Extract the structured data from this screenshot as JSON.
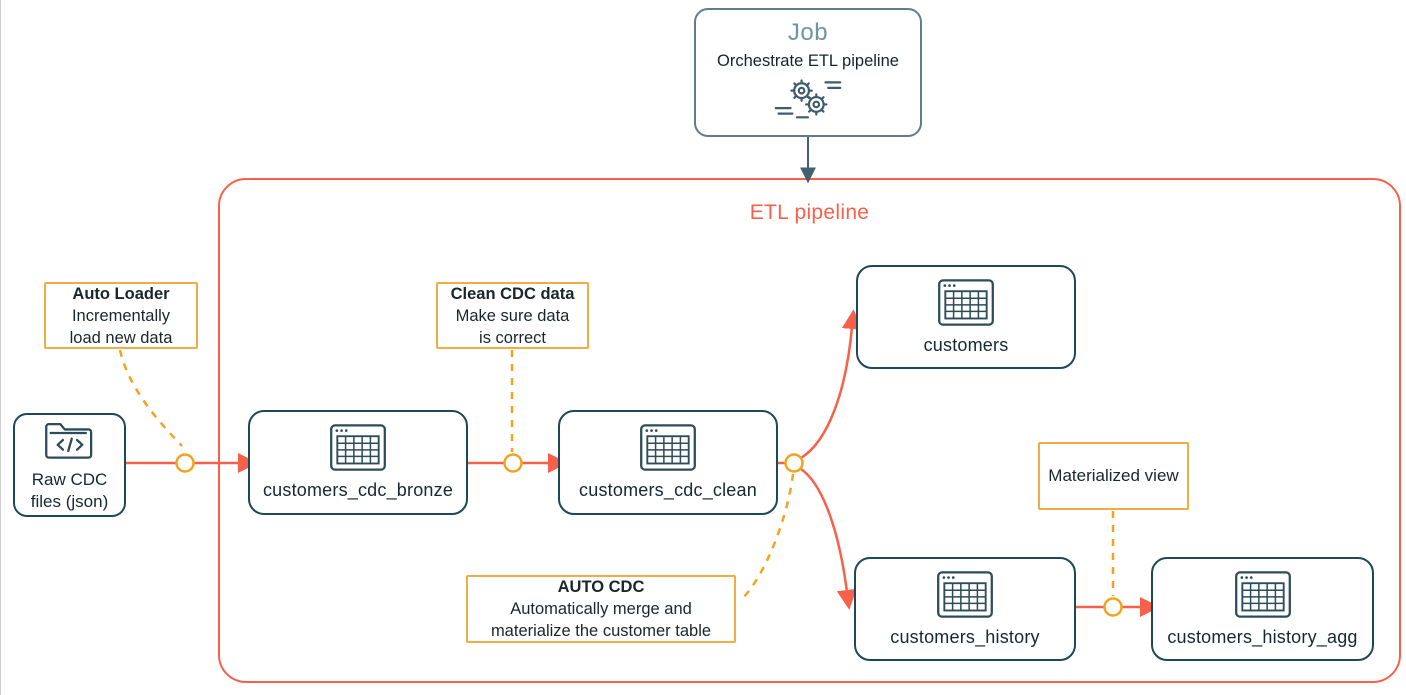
{
  "job": {
    "title": "Job",
    "subtitle": "Orchestrate ETL pipeline",
    "icon": "gears-automation-icon"
  },
  "pipeline": {
    "title": "ETL pipeline"
  },
  "source": {
    "line1": "Raw CDC",
    "line2": "files (json)",
    "icon": "code-folder-icon"
  },
  "nodes": [
    {
      "id": "customers_cdc_bronze",
      "label": "customers_cdc_bronze",
      "icon": "table-icon"
    },
    {
      "id": "customers_cdc_clean",
      "label": "customers_cdc_clean",
      "icon": "table-icon"
    },
    {
      "id": "customers",
      "label": "customers",
      "icon": "table-icon"
    },
    {
      "id": "customers_history",
      "label": "customers_history",
      "icon": "table-icon"
    },
    {
      "id": "customers_history_agg",
      "label": "customers_history_agg",
      "icon": "table-icon"
    }
  ],
  "annotations": {
    "auto_loader": {
      "title": "Auto Loader",
      "line1": "Incrementally",
      "line2": "load new data"
    },
    "clean_cdc": {
      "title": "Clean CDC data",
      "line1": "Make sure data",
      "line2": "is correct"
    },
    "auto_cdc": {
      "title": "AUTO CDC",
      "line1": "Automatically merge and",
      "line2": "materialize the customer table"
    },
    "materialized_view": {
      "label": "Materialized view"
    }
  },
  "colors": {
    "coral": "#F8604A",
    "amber_dash": "#F2A41F",
    "amber_border": "#F1AC44",
    "node_border": "#1C4857",
    "job_border": "#5E7E8C",
    "job_title": "#6F94A4",
    "arrow_slate": "#44606E",
    "text": "#16282F"
  }
}
